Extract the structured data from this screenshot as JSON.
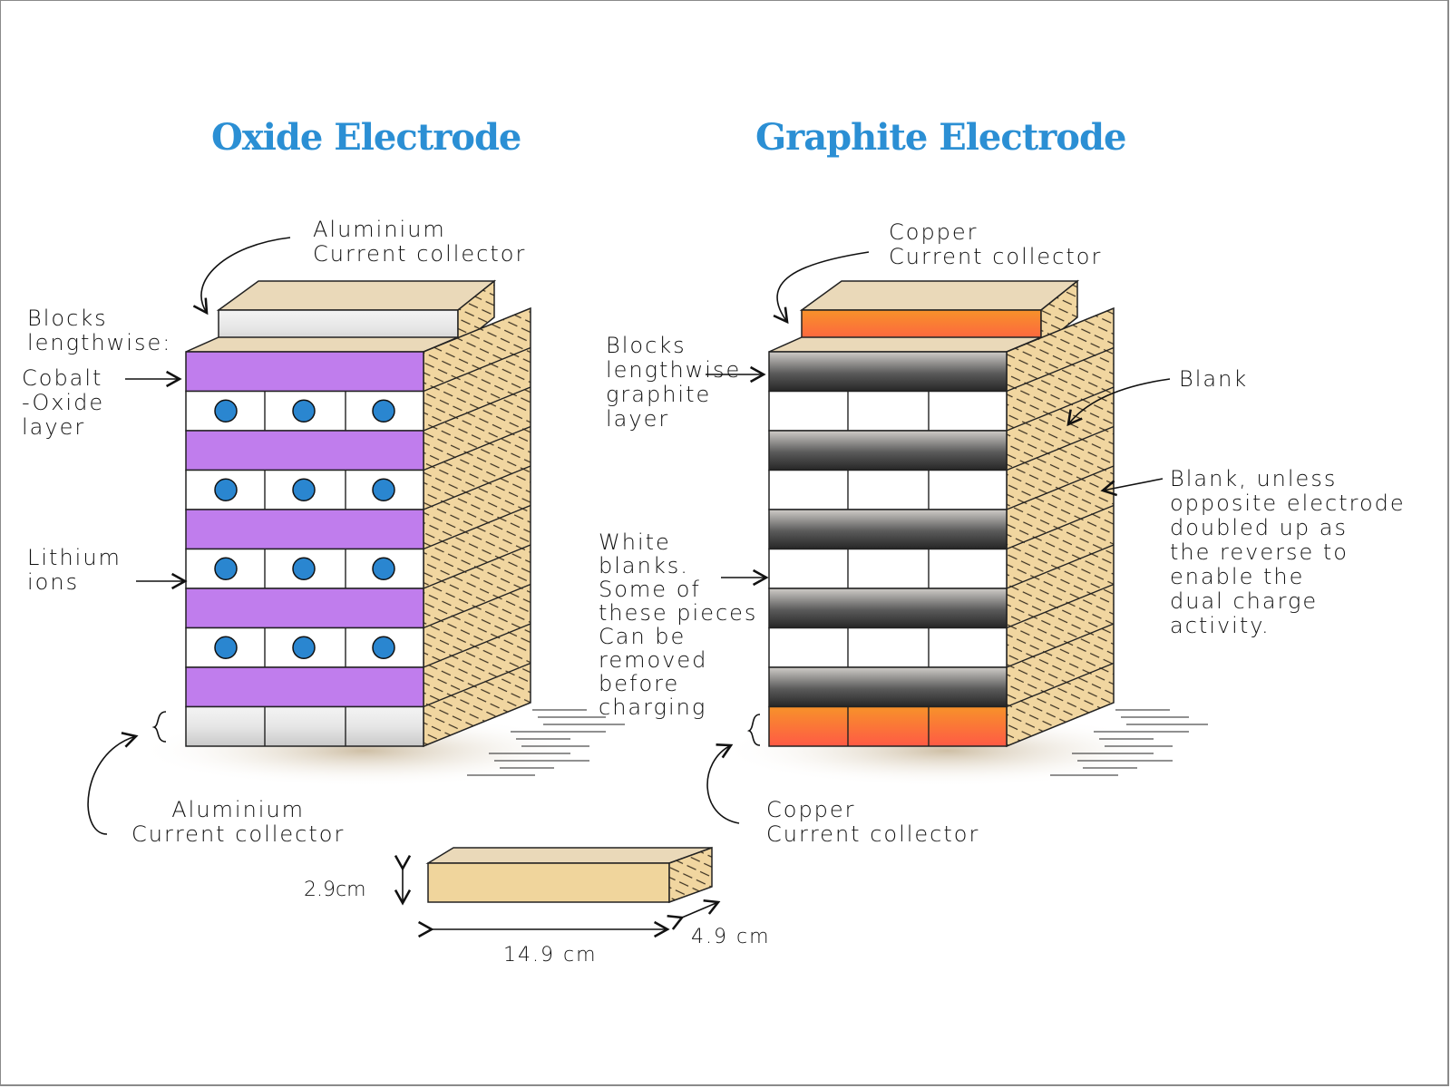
{
  "titles": {
    "oxide": "Oxide Electrode",
    "graphite": "Graphite Electrode"
  },
  "colors": {
    "title": "#2b8fd4",
    "cobalt_oxide": "#c07ded",
    "lithium_ion": "#2a86d0",
    "aluminium": "#dcdcdc",
    "copper_top": "#f7922a",
    "copper_bottom": "#ff5a45",
    "graphite_light": "#c9c6c2",
    "graphite_dark": "#2b2b2b",
    "wood": "#f1d6a0"
  },
  "oxide": {
    "top_label": "Aluminium\nCurrent collector",
    "blocks_label": "Blocks\nlengthwise:",
    "cobalt_label": "Cobalt\n-Oxide\nlayer",
    "lithium_label": "Lithium\nions",
    "bottom_label": "Aluminium\nCurrent collector",
    "layers": [
      "cobalt",
      "ions",
      "cobalt",
      "ions",
      "cobalt",
      "ions",
      "cobalt",
      "ions",
      "cobalt",
      "aluminium"
    ]
  },
  "graphite": {
    "top_label": "Copper\nCurrent collector",
    "blocks_label": "Blocks\nlengthwise\ngraphite\nlayer",
    "white_label": "White\nblanks.\nSome of\nthese pieces\nCan be\nremoved\nbefore\ncharging",
    "blank_label": "Blank",
    "blank_unless_label": "Blank, unless\nopposite electrode\ndoubled up as\nthe reverse to\nenable the\ndual charge\nactivity.",
    "bottom_label": "Copper\nCurrent collector",
    "layers": [
      "graphite",
      "blank",
      "graphite",
      "blank",
      "graphite",
      "blank",
      "graphite",
      "blank",
      "graphite",
      "copper"
    ]
  },
  "block_dimensions": {
    "height": "2.9cm",
    "length": "14.9 cm",
    "width": "4.9 cm"
  }
}
